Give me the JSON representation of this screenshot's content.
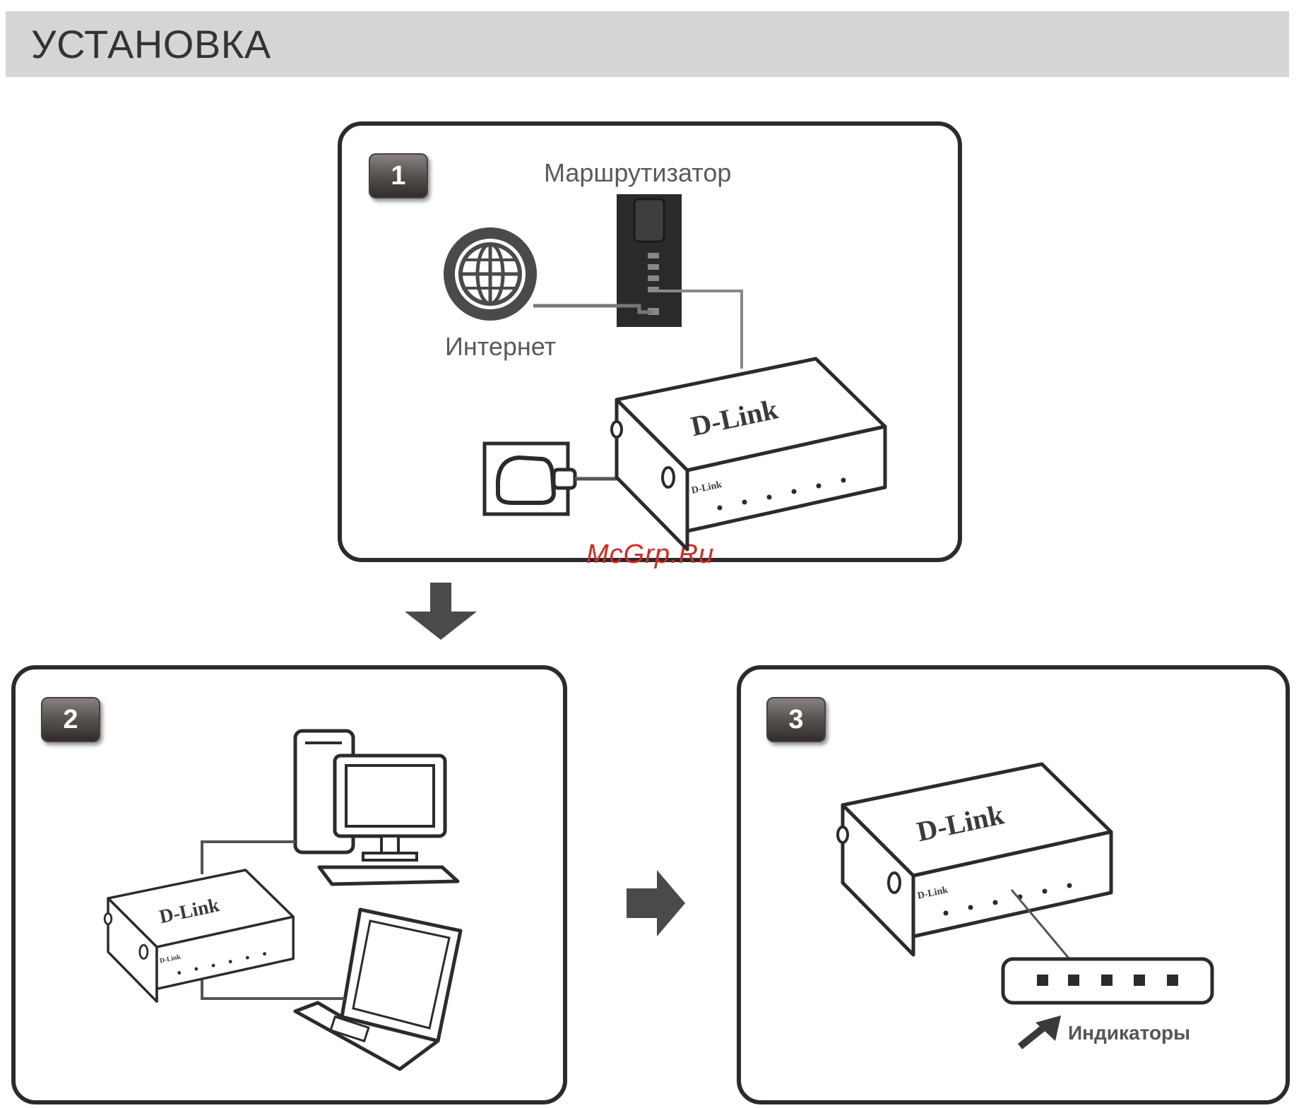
{
  "header": {
    "title": "УСТАНОВКА"
  },
  "steps": [
    {
      "number": "1",
      "labels": {
        "router": "Маршрутизатор",
        "internet": "Интернет"
      }
    },
    {
      "number": "2"
    },
    {
      "number": "3",
      "labels": {
        "indicators": "Индикаторы"
      }
    }
  ],
  "devices": {
    "brand": "D-Link",
    "brand_small": "D-Link"
  },
  "watermark": "McGrp.Ru",
  "colors": {
    "header_bg": "#d5d5d6",
    "outline": "#2b2b2b",
    "watermark": "#d9281f"
  },
  "icons": [
    "globe-icon",
    "router-icon",
    "switch-icon",
    "power-outlet-icon",
    "desktop-pc-icon",
    "laptop-icon",
    "arrow-down-icon",
    "arrow-right-icon",
    "pointer-arrow-icon"
  ]
}
